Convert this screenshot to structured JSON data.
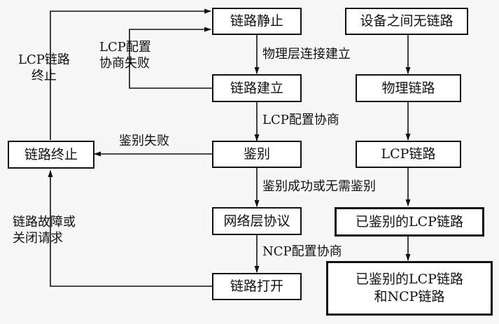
{
  "diagram": {
    "left_flow": {
      "link_dead": "链路静止",
      "physical_up": "物理层连接建立",
      "link_establish": "链路建立",
      "lcp_negotiate": "LCP配置协商",
      "authenticate": "鉴别",
      "auth_success": "鉴别成功或无需鉴别",
      "network_protocol": "网络层协议",
      "ncp_negotiate": "NCP配置协商",
      "link_open": "链路打开",
      "link_terminate": "链路终止",
      "lcp_fail": "LCP配置\n协商失败",
      "auth_fail": "鉴别失败",
      "lcp_terminate": "LCP链路\n终止",
      "fault_or_close": "链路故障或\n关闭请求"
    },
    "right_flow": {
      "no_link": "设备之间无链路",
      "physical_link": "物理链路",
      "lcp_link": "LCP链路",
      "authed_lcp_link": "已鉴别的LCP链路",
      "authed_lcp_ncp_link": "已鉴别的LCP链路\n和NCP链路"
    }
  }
}
